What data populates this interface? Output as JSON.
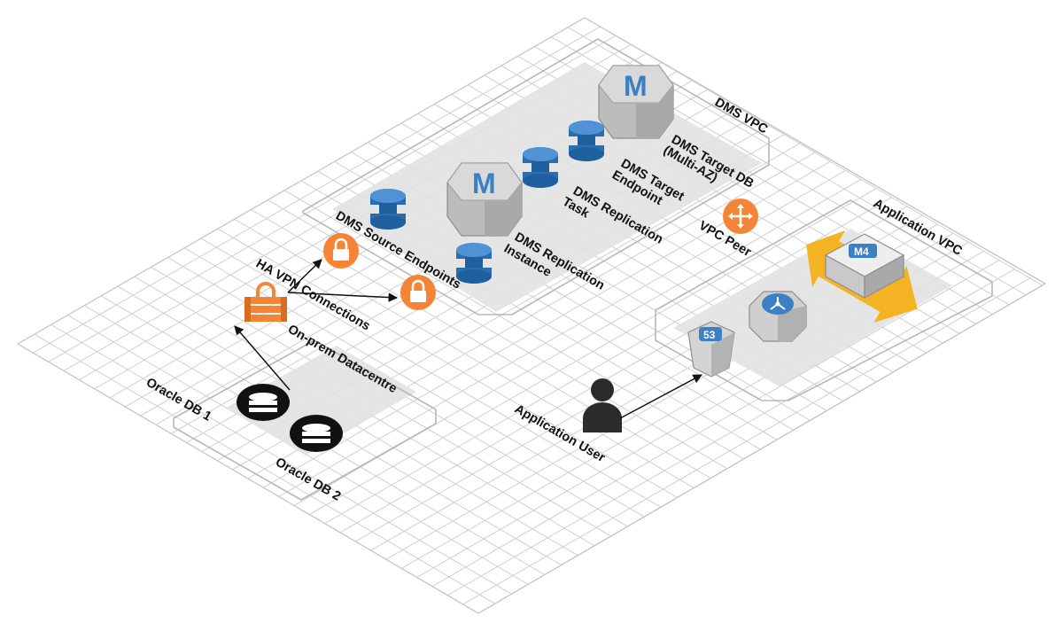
{
  "labels": {
    "dms_vpc": "DMS VPC",
    "application_vpc": "Application VPC",
    "dms_target_db_line1": "DMS Target DB",
    "dms_target_db_line2": "(Multi-AZ)",
    "dms_target_endpoint_line1": "DMS Target",
    "dms_target_endpoint_line2": "Endpoint",
    "dms_replication_task_line1": "DMS Replication",
    "dms_replication_task_line2": "Task",
    "dms_replication_instance_line1": "DMS Replication",
    "dms_replication_instance_line2": "Instance",
    "dms_source_endpoints": "DMS Source Endpoints",
    "vpc_peer": "VPC Peer",
    "ha_vpn_connections": "HA VPN Connections",
    "on_prem_datacentre": "On-prem Datacentre",
    "oracle_db_1": "Oracle DB 1",
    "oracle_db_2": "Oracle DB 2",
    "application_user": "Application User",
    "route53_badge": "53",
    "instance_badge": "M4",
    "rds_letter": "M"
  },
  "colors": {
    "grid": "#c9c9c9",
    "platform_fill": "#e6e6e6",
    "aws_orange": "#f58536",
    "aws_blue": "#3b7fc4",
    "aws_blue_dark": "#1f5f9e",
    "arrow_gold": "#f4b323",
    "box_grey": "#bdbdbd",
    "ink": "#111111"
  },
  "icons": {
    "rds_instance": "rds-database-icon",
    "dms_endpoint": "dms-endpoint-icon",
    "vpn_gateway": "vpn-gateway-icon",
    "lock": "lock-icon",
    "vpc_peering": "vpc-peering-icon",
    "oracle_db": "database-icon",
    "user": "user-icon",
    "route53": "route53-icon",
    "load_balancer": "load-balancer-icon",
    "ec2_instance": "ec2-instance-icon",
    "autoscale_arrows": "autoscaling-arrows-icon"
  }
}
